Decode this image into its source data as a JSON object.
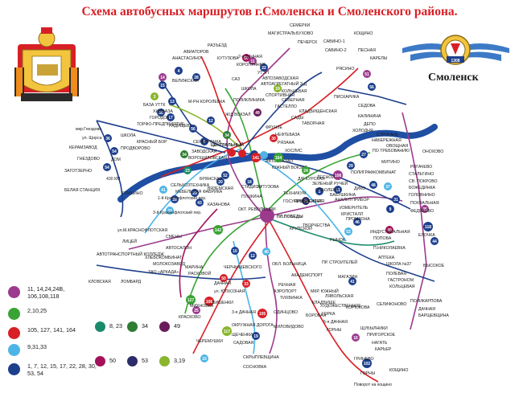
{
  "title": "Схема автобусных маршрутов г.Смоленска и Смоленского района.",
  "city_name": "Смоленск",
  "badge_number": "1308",
  "center_label": "ПЛ.ПОБЕДЫ",
  "stations": {
    "central": "ЦЕНТРАЛЬНЫЙ",
    "south_rail": "ЮЖНЫЙ ВОКЗАЛ",
    "bus_station": "АВТОВОКЗАЛ"
  },
  "river": {
    "color": "#1f4fa3"
  },
  "legend": [
    {
      "color": "#9c3a8e",
      "text": "11, 14,24,24В, 106,108,118"
    },
    {
      "color": "#3aa335",
      "text": "2,10,25"
    },
    {
      "color": "#d81f26",
      "text": "105, 127, 141, 164"
    },
    {
      "color": "#4db4e6",
      "text": "9,31,33"
    },
    {
      "color": "#1d3f8c",
      "text": "1, 7, 12, 15, 17, 22, 28, 30, 53, 54"
    }
  ],
  "legend_small": [
    {
      "color": "#1b8a6b",
      "text": "8, 23"
    },
    {
      "color": "#2e7d32",
      "text": "34"
    },
    {
      "color": "#6a1b5a",
      "text": "49"
    },
    {
      "color": "#a3125a",
      "text": "50"
    },
    {
      "color": "#2c2c6a",
      "text": "53"
    },
    {
      "color": "#8ab62e",
      "text": "3,19"
    }
  ],
  "route_numbers": [
    "4",
    "14",
    "15",
    "13",
    "17",
    "3",
    "30",
    "12",
    "11",
    "22",
    "50",
    "34",
    "19",
    "28",
    "49",
    "56",
    "34",
    "23",
    "28",
    "33",
    "41",
    "52",
    "6",
    "30",
    "141",
    "164",
    "20",
    "18",
    "29",
    "43",
    "51",
    "56",
    "108",
    "48",
    "29",
    "24",
    "11",
    "21",
    "5",
    "46",
    "53",
    "27",
    "9",
    "31",
    "37",
    "35",
    "118",
    "44",
    "40",
    "50",
    "142",
    "10",
    "12",
    "40",
    "33",
    "127",
    "25",
    "106",
    "105",
    "117",
    "19",
    "15",
    "41",
    "16",
    "102",
    "36",
    "54",
    "54"
  ],
  "places": {
    "semerki": "СЕМЕРКИ",
    "magistral": "МАГИСТРАЛЬ",
    "bukhovo": "БУХОВО",
    "pechersk": "ПЕЧЕРСК",
    "savino1": "САВИНО-1",
    "savino2": "САВИНО-2",
    "koshchino": "КОЩИНО",
    "pesnaya": "ПЕСНАЯ",
    "karely": "КАРЕЛЫ",
    "ryisino": "РЯСИНО",
    "dachnaya2": "2-я ДАЧНАЯ",
    "koroptyanno": "КОРОПТЯНКО",
    "utep": "УТЭП",
    "avtozavodskaya": "АВТОЗАВОДСКАЯ",
    "avtozapchast": "АВТОАГРЕГАТНЫЙ З-Д",
    "koltsevaya": "КОЛЬЦЕВАЯ",
    "sportivnaya": "СПОРТИВНАЯ",
    "razezd": "РАЗЪЕЗД",
    "aviatorov": "АВИАТОРОВ",
    "anastasino": "АНАСТАСИНО",
    "kutuzova": "КУТУЗОВА",
    "saz": "САЗ",
    "korolevka": "М-РН КОРОЛЕВКА",
    "velizhskaya": "ВЕЛИЖСКАЯ",
    "bazautsk": "БАЗА УТТК",
    "khimbaza": "ХИМБАЗА",
    "gorodok": "ГОРОДОК",
    "radischeva": "РАДИЩЕВА",
    "zdvokzal": "Ж/Д ВОКЗАЛ",
    "pskvir": "ПОЛИКЛИНИКА",
    "severnaya": "СЕВЕРНАЯ",
    "gastello": "ГАСТЕЛЛО",
    "kladbishche": "КЛАДБИЩЕНСКАЯ",
    "sady": "САДЫ",
    "frunze": "ФРУНЗЕ",
    "shkola": "ШКОЛА",
    "pishkarika": "ПИСКАРИКА",
    "sedova": "СЕДОВА",
    "tabornaya": "ТАБОРНАЯ",
    "kalinina": "КАЛИНИНА",
    "depo": "ДЕПО",
    "holodnya": "ХОЛОДНЯ",
    "neftebaza": "НЕФТЕБАЗА",
    "ryazana": "РЯЗАНА",
    "khoslis": "ХОСЛИС",
    "strogan": "СТРОГАНЬ",
    "naberezhnaya": "НАБЕРЕЖНАЯ",
    "potrebovaniyu": "ПО ТРЕБОВАНИЮ",
    "ovoshchnaya": "ОВОЩНАЯ",
    "mitino": "МИТИНО",
    "onokhovo": "ОНОХОВО",
    "rogachevo": "РОГАЧЕВО",
    "staltino": "СТАЛЬТИНО",
    "svpokrovo": "СВ. ПОКРОВО",
    "bozhedinka": "БОЖЕДИНКА",
    "golovnino": "ГОЛОВНИНО",
    "pokhvalnaya": "ПОХВАЛЬНАЯ",
    "fedyakovo": "ФЕДЯКОВО",
    "mgnezdovo": "мкр.Гнездово",
    "ushorsa": "ул. Щорса",
    "keramzavod": "КЕРАМЗАВОД",
    "gnezdovo": "ГНЕЗДОВО",
    "zagotzerno": "ЗАГОТЗЕРНО",
    "belaya": "БЕЛАЯ СТАНЦИЯ",
    "torfopr": "ТОРФО-ПРЕДПРИЯТИЕ",
    "krasniybor": "КРАСНЫЙ БОР",
    "shkola2": "ШКОЛА",
    "prodvorovo": "ПРОДВОРОВО",
    "dom": "ДОМ",
    "km430": "430 КМ",
    "glushino": "ГЛУШИНО",
    "serebryanka": "СЕРЕБРЯНКА",
    "zavodskaya": "ЗАВОДСКАЯ",
    "voroshilovskaya": "ВОРОШИЛОВСКАЯ",
    "bryanskoe": "БРЯНСКАЯ",
    "krasnoflotskiy1": "1-й Краснофлотский пер.",
    "krasnoflotskiy3": "3-й Краснофлотский пер.",
    "krasnoflotskaya": "ул.М.КРАСНОФЛОТСКАЯ",
    "selkhoztekhnika": "СЕЛЬХОЗТЕХНИКА",
    "mebelnaya": "МЕБЕЛЬНАЯ ФАБРИКА",
    "vyazemskaya": "ВЯЗЕМСКАЯ",
    "kazanova": "КАЗАНОВА",
    "stadion": "СТАДИОН",
    "pushkina": "ПУШКИНА",
    "oktyabrya": "ОКТ. РЕВОЛЮЦИИ",
    "kutuzova2": "КУТУЗОВА",
    "gosuniv": "ГОСУНИВЕРСИТЕТ",
    "tekhnikum": "ТЕХНИКУМ",
    "zelenyruchey": "ЗЕЛЕНЫЙ РУЧЕЙ",
    "sobolevo": "СОБОЛЕВА",
    "lesnoy": "ЛЕСНОЙ",
    "drkurskaya": "Д/Р КУРСКАЯ",
    "babushkina": "БАБУШКИНА",
    "analitpribor": "АНАЛИТПРИБОР",
    "izmeritel": "ИЗМЕРИТЕЛЬ",
    "kristall": "КРИСТАЛЛ",
    "poligrafkombinat": "ПОЛИГРАФКОМБИНАТ",
    "diko": "ДИКО",
    "krupskoy": "КРУПСКОЙ",
    "tvorchestva": "ТВОРЧЕСТВА",
    "rynok": "РЫНОК",
    "industrialnaya": "ИНДУСТРИАЛЬНАЯ",
    "popova": "ПОПОВА",
    "elochka": "ЕЛОЧКА",
    "pnikolaevka": "П.НИКОЛАЕВКА",
    "apteka": "АПТЕКА",
    "shkola37": "ШКОЛА №37",
    "vysokoe": "ВЫСОКОЕ",
    "polevaya": "ПОЛЕВАЯ",
    "gastronom": "ГАСТРОНОМ",
    "koltsevaya2": "КОЛЬЦЕВАЯ",
    "prstroiteley": "ПР. СТРОИТЕЛЕЙ",
    "avtosalon": "АВТОСАЛОН",
    "khlebokombinat": "ХЛЕБОКОМБИНАТ",
    "molokozavod": "МОЛОКОЗАВОД",
    "zaoarkada": "ЗАО «АРКАДА»",
    "maryna": "МАРИНА",
    "raskovoy": "РАСКОВОЙ",
    "mikhnovka": "МИХНОВКА",
    "kraskovo": "КРАСКОВО",
    "litsei": "ЛИЦЕЙ",
    "smeny": "СМЕНЫ",
    "autotransp": "АВТОТРАНСПОРТНЫЙ КОЛЛЕДЖ",
    "klovskaya": "КЛОВСКАЯ",
    "lombard": "ЛОМБАРД",
    "chernyshevskogo": "ЧЕРНЫШЕВСКОГО",
    "dachnaya": "ДАЧНАЯ",
    "ulyukhova": "ул. ЮЛХОЗНАЯ",
    "vishenki": "ВИШЕНКИ",
    "shchechenki": "ЩЕЧЕНКИ",
    "cheremushki": "ЧЕРЕМУШКИ",
    "sadovaya": "САДОВАЯ",
    "skryplevshchina": "СКРЫПЛЕВЩИНА",
    "sosnovka": "СОСНОВКА",
    "okruzhnaya": "ОКРУЖНАЯ ДОРОГА",
    "dachnaya3": "3-я ДАЧНАЯ",
    "obl_bolnitsa": "ОБЛ. БОЛЬНИЦА",
    "akademsport": "АКАДЕМСПОРТ",
    "rechnaya": "РЕЧНАЯ",
    "aeroport": "АЭРОПОРТ",
    "tikhvinka": "ТИХВИНКА",
    "odintsovo": "ОДИНЦОВО",
    "milovidovo": "МИЛОВИДОВО",
    "khudozhestv": "ХУДОЖЕСТВЕННОЕ",
    "gorka": "ГОРКА",
    "dachnaya5": "5-я ДАЧНАЯ",
    "lyavolskaya": "ЛЯВОЛЬСКАЯ",
    "gorny": "ГОРНЫ",
    "nagat": "НАГАТЬ",
    "karer": "КАРЬЕР",
    "shchubelnichi": "ЩУБЫЛНИКИ",
    "prigorskoe": "ПРИГОРСКОЕ",
    "grinevo": "ГРИНЕВО",
    "gorny2": "ГОРНЫ",
    "koshchino2": "КОЩИНО",
    "povorot": "Поворот на кощино",
    "koryukova": "КОРЮКОВА",
    "selifonovo": "СЕЛИФОНОВО",
    "polikarpova": "ПОЛИКАРПОВА",
    "dachnaya4": "ДАЧНАЯ",
    "barsheshina": "БАРЩЕВЩИНА",
    "magaziny": "МАГАЗИН",
    "borovaya": "БОРОВАЯ",
    "mkr_yuzhny": "МКР. ЮЖНЫЙ",
    "kladbishche2": "КЛАДБИЩЕ",
    "pribezh": "ПРИБРЕЖНАЯ",
    "promzona": "ПРОМЗОНА"
  }
}
